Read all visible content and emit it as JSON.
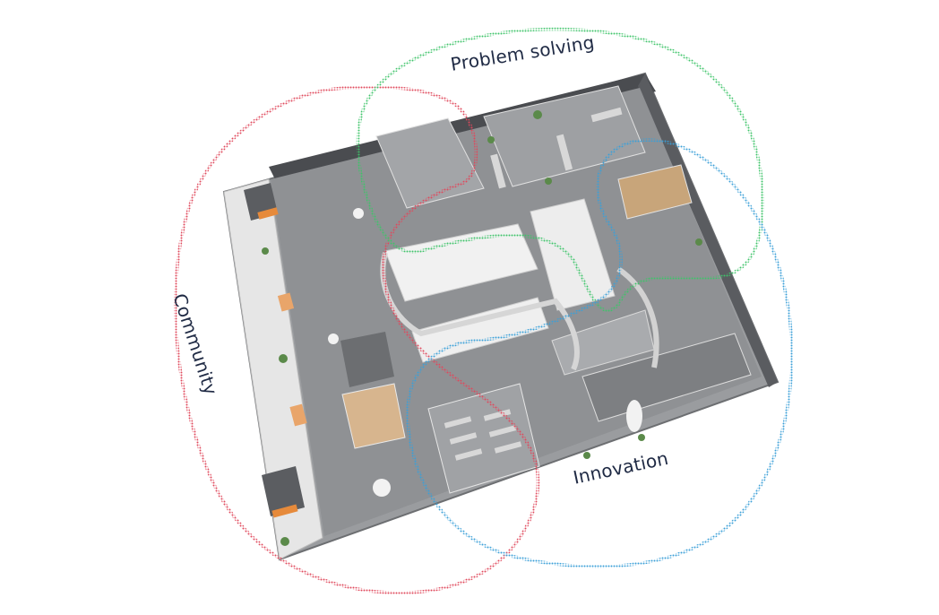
{
  "labels": {
    "problem_solving": "Problem solving",
    "community": "Community",
    "innovation": "Innovation"
  },
  "colors": {
    "label": "#1f2a44",
    "community_ring": "#e0485c",
    "problem_ring": "#3ec46a",
    "innovation_ring": "#3aa0d8",
    "floor": "#8f9194",
    "wall": "#f1f1f1"
  }
}
